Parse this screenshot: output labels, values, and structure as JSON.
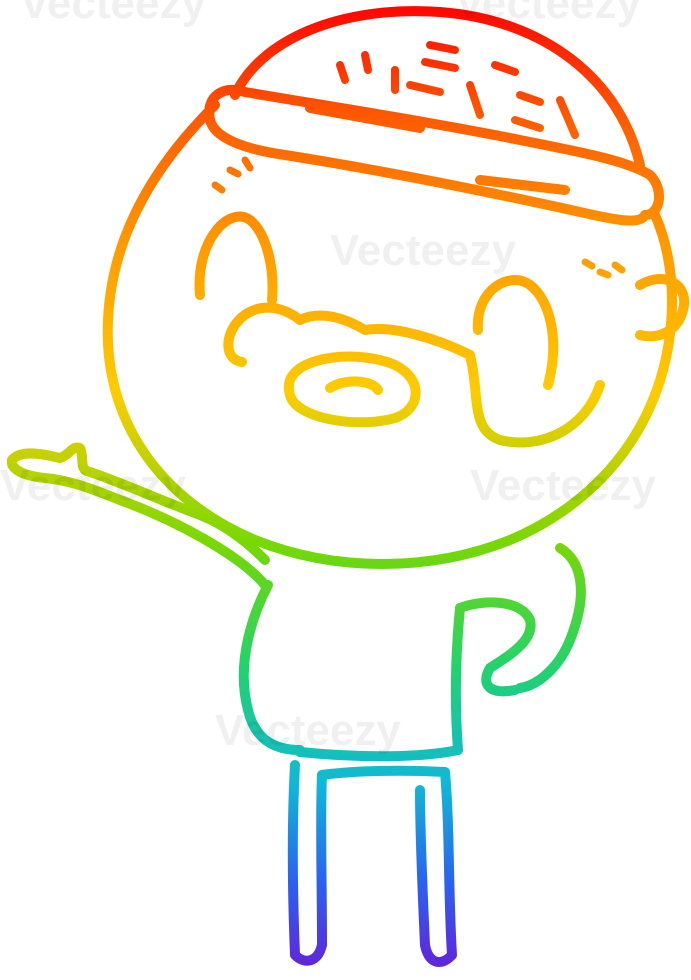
{
  "watermark": {
    "text": "Vecteezy"
  },
  "illustration": {
    "subject": "cartoon bearded man in beanie pointing",
    "style": "rainbow gradient line art",
    "gradient_colors": [
      "#ff0000",
      "#ff7a00",
      "#ffcc00",
      "#7bd800",
      "#22d36b",
      "#10b8d8",
      "#2a62f0",
      "#6a1bd8"
    ]
  }
}
